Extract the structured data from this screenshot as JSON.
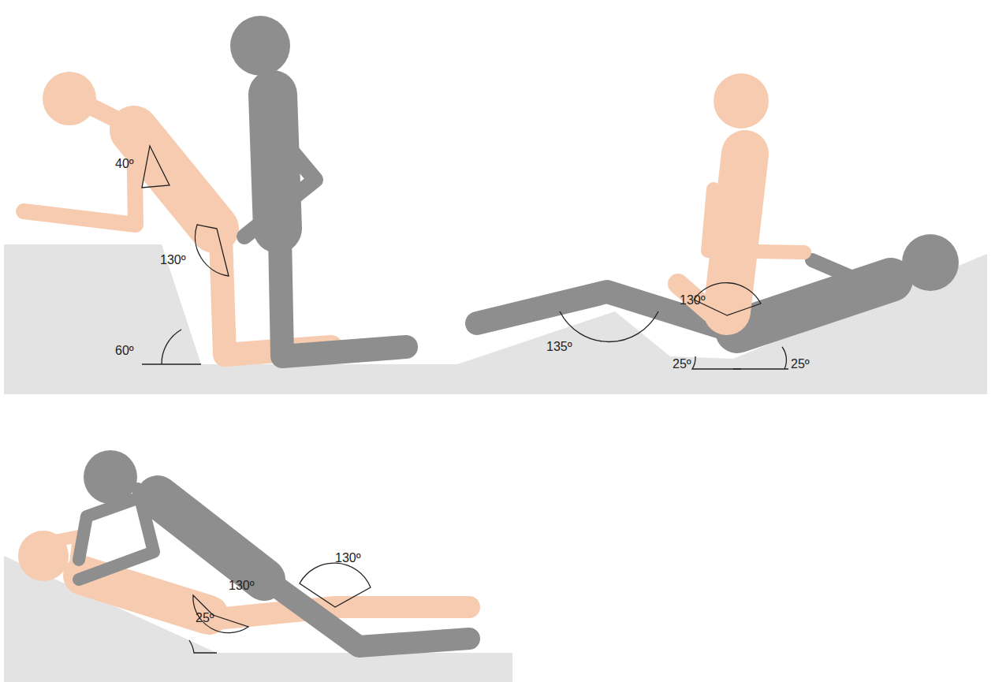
{
  "diagram": {
    "labels": [
      "40º",
      "130º",
      "60º",
      "130º",
      "135º",
      "25º",
      "25º",
      "130º",
      "130º",
      "25º"
    ]
  }
}
